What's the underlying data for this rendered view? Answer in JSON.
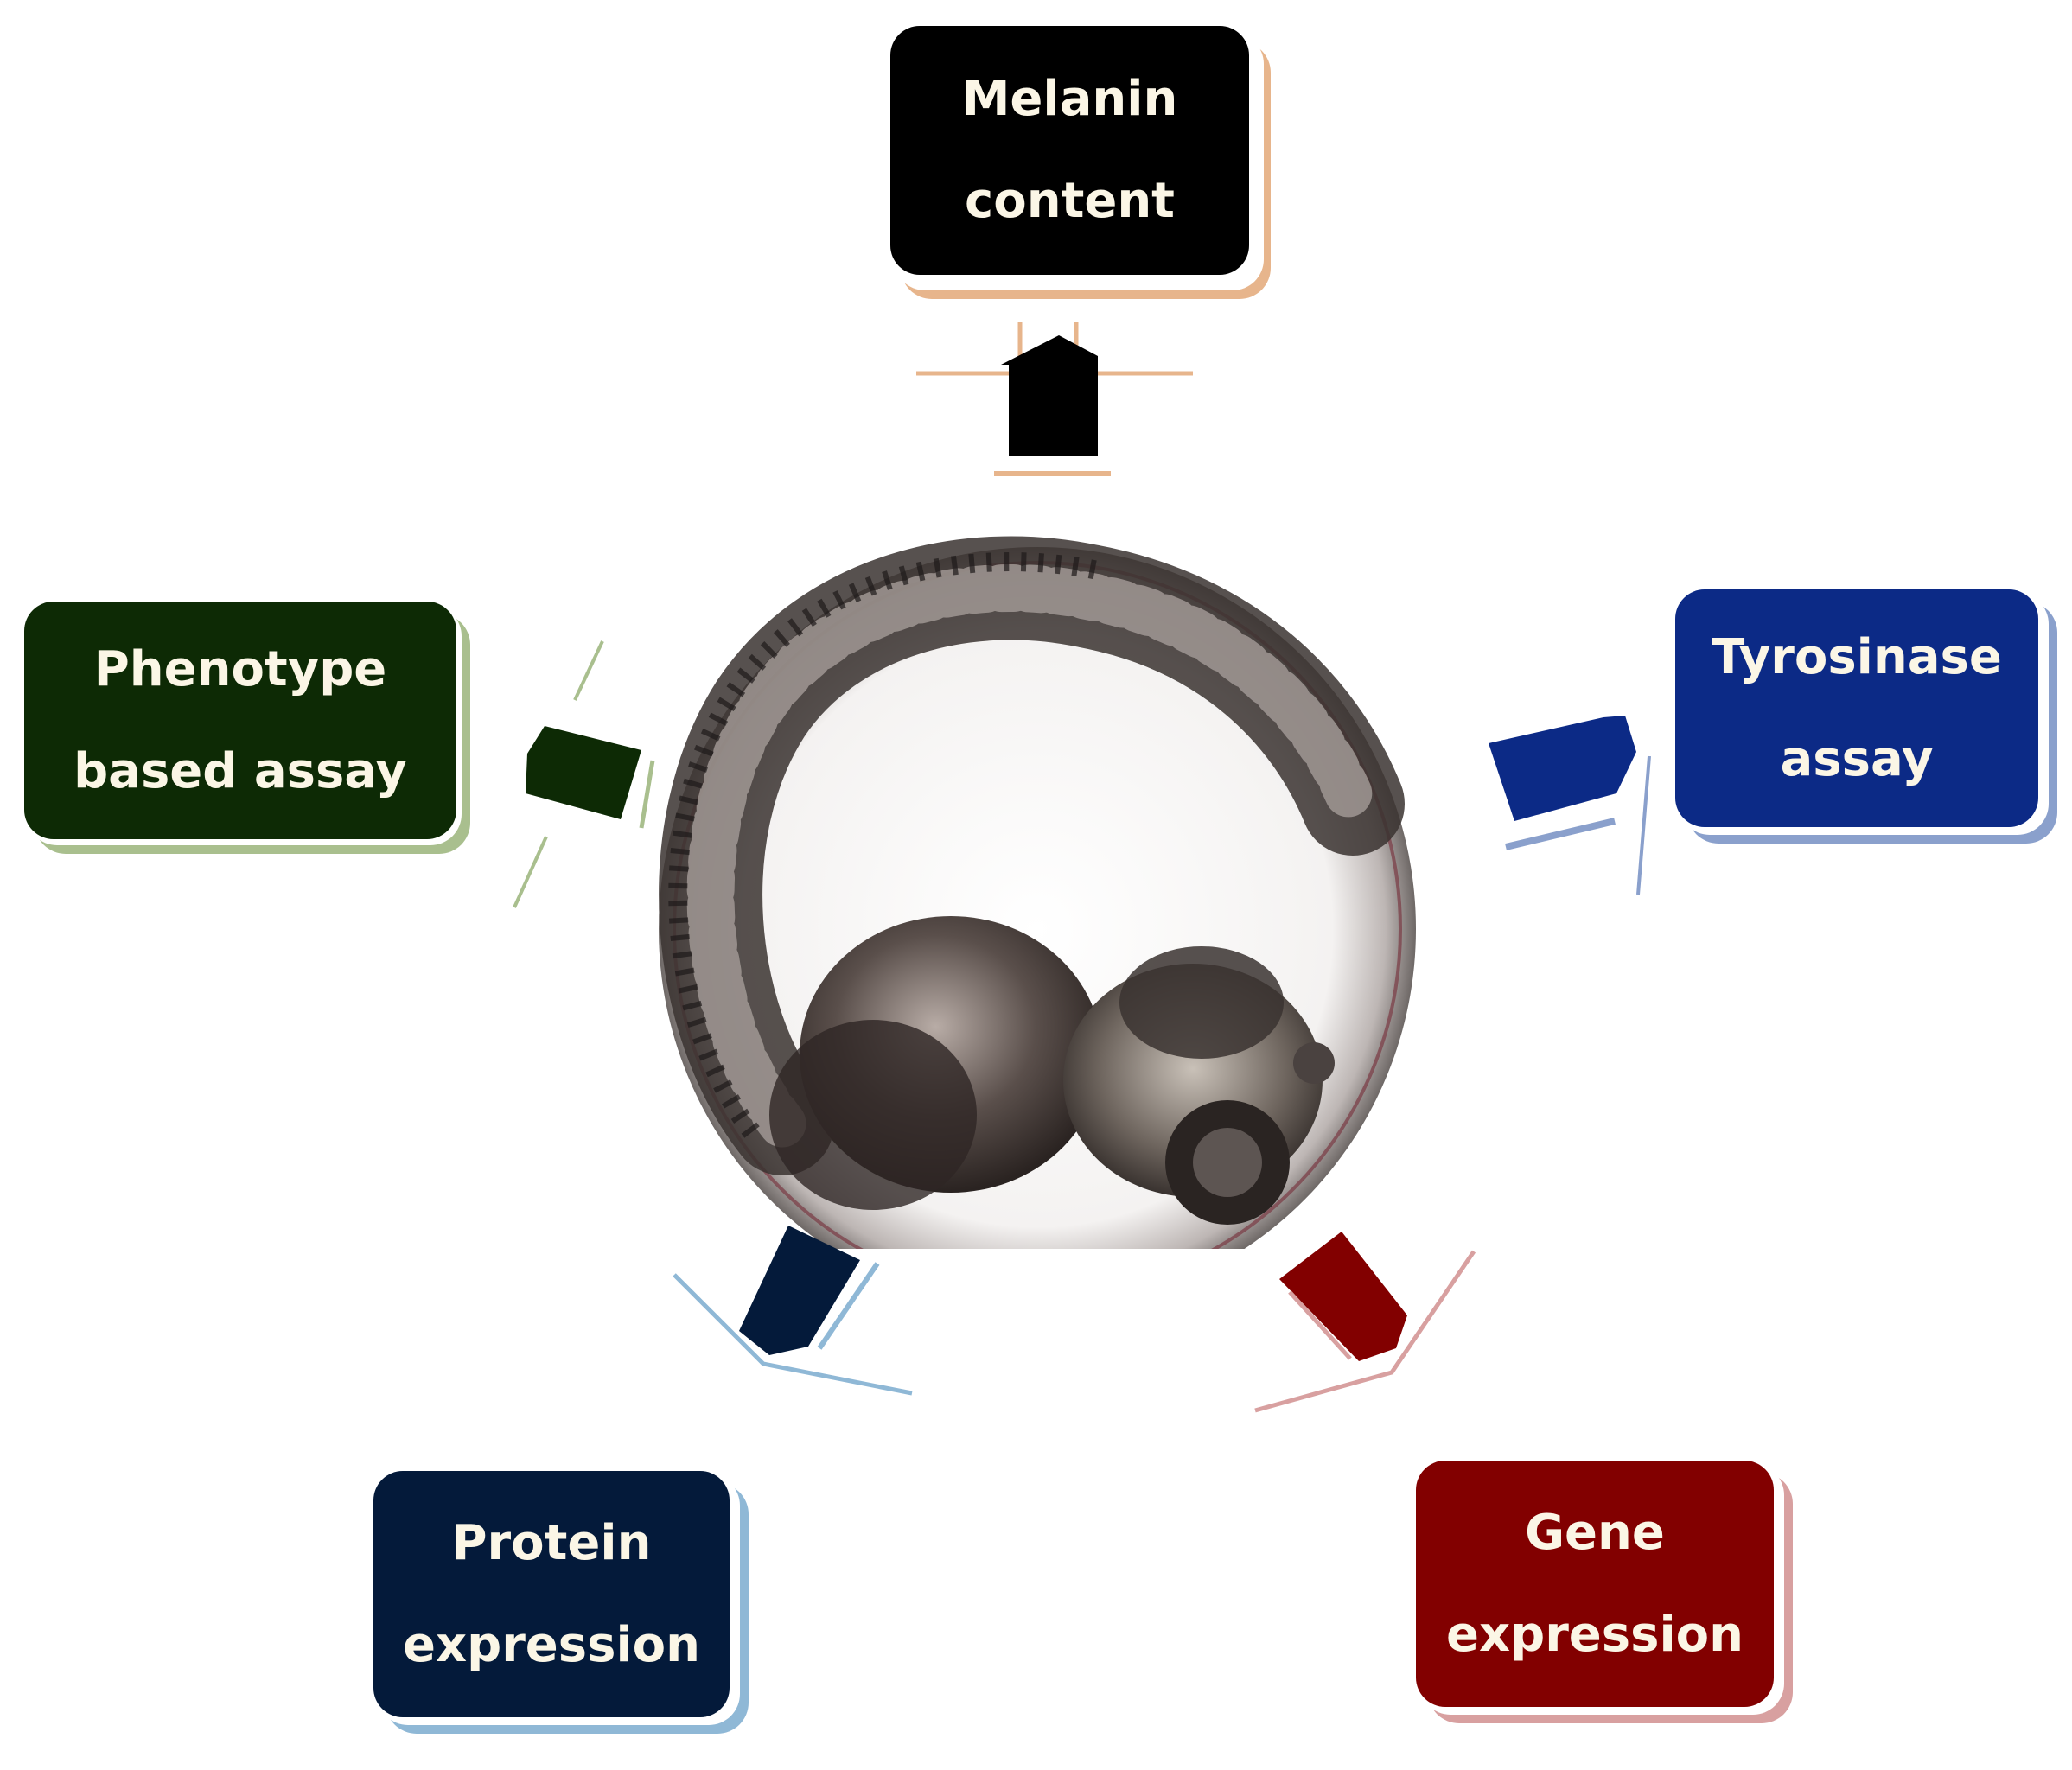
{
  "diagram": {
    "center": {
      "image": "zebrafish-embryo"
    },
    "nodes": [
      {
        "id": "melanin",
        "lines": [
          "Melanin",
          "content"
        ],
        "color": "#000000",
        "accent": "#e0a070"
      },
      {
        "id": "tyrosinase",
        "lines": [
          "Tyrosinase",
          "assay"
        ],
        "color": "#0c2a86",
        "accent": "#8aa0cc"
      },
      {
        "id": "phenotype",
        "lines": [
          "Phenotype",
          "based assay"
        ],
        "color": "#0d2a05",
        "accent": "#a9bf8e"
      },
      {
        "id": "protein",
        "lines": [
          "Protein",
          "expression"
        ],
        "color": "#041a3a",
        "accent": "#8fb8d6"
      },
      {
        "id": "gene",
        "lines": [
          "Gene",
          "expression"
        ],
        "color": "#820000",
        "accent": "#d8a0a0"
      }
    ]
  }
}
